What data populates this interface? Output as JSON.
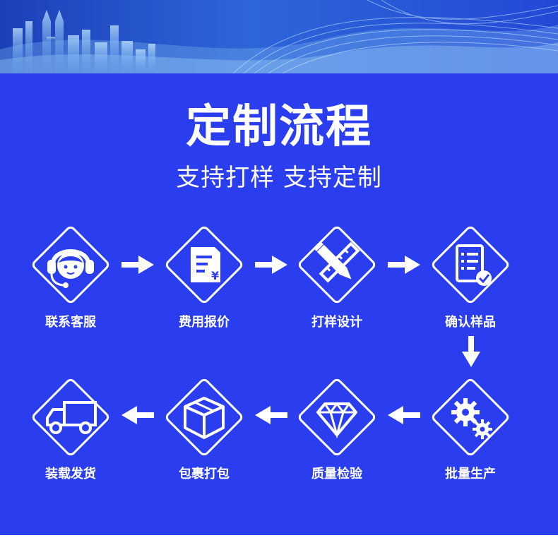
{
  "header": {
    "title": "定制流程",
    "subtitle": "支持打样 支持定制"
  },
  "colors": {
    "panel": "#2a3ef0",
    "banner_top": "#1d3fb8",
    "banner_light": "#9fd0f5"
  },
  "steps": [
    {
      "label": "联系客服",
      "icon": "headset-agent-icon"
    },
    {
      "label": "费用报价",
      "icon": "price-document-icon"
    },
    {
      "label": "打样设计",
      "icon": "pencil-ruler-icon"
    },
    {
      "label": "确认样品",
      "icon": "checklist-icon"
    },
    {
      "label": "批量生产",
      "icon": "gears-icon"
    },
    {
      "label": "质量检验",
      "icon": "diamond-icon"
    },
    {
      "label": "包裹打包",
      "icon": "box-icon"
    },
    {
      "label": "装载发货",
      "icon": "delivery-truck-icon"
    }
  ]
}
